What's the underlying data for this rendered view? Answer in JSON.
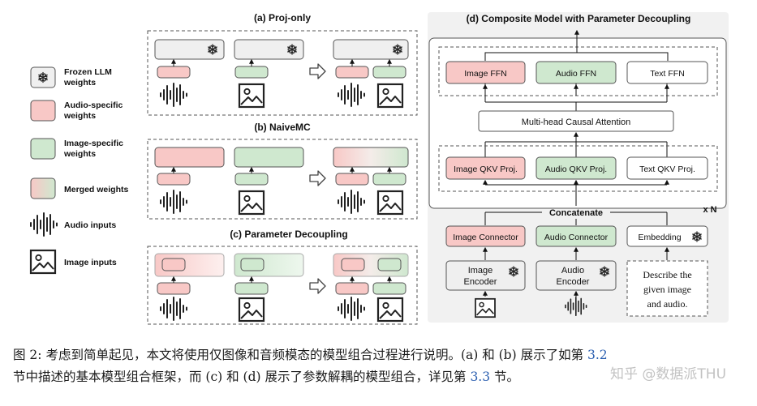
{
  "legend": {
    "frozen": "Frozen LLM weights",
    "frozen_l1": "Frozen LLM",
    "frozen_l2": "weights",
    "audio_l1": "Audio-specific",
    "audio_l2": "weights",
    "image_l1": "Image-specific",
    "image_l2": "weights",
    "merged": "Merged weights",
    "audio_inputs": "Audio inputs",
    "image_inputs": "Image inputs"
  },
  "panel_a": {
    "title": "(a) Proj-only"
  },
  "panel_b": {
    "title": "(b) NaiveMC"
  },
  "panel_c": {
    "title": "(c) Parameter Decoupling"
  },
  "panel_d": {
    "title": "(d) Composite Model with Parameter Decoupling",
    "ffn": [
      "Image FFN",
      "Audio FFN",
      "Text FFN"
    ],
    "attention": "Multi-head Causal Attention",
    "qkv": [
      "Image QKV Proj.",
      "Audio QKV Proj.",
      "Text QKV Proj."
    ],
    "repeat": "x N",
    "concatenate": "Concatenate",
    "connectors": [
      "Image Connector",
      "Audio Connector",
      "Embedding"
    ],
    "image_encoder": [
      "Image",
      "Encoder"
    ],
    "audio_encoder": [
      "Audio",
      "Encoder"
    ],
    "prompt": [
      "Describe the",
      "given image",
      "and audio."
    ]
  },
  "caption": {
    "line1_a": "图 2: 考虑到简单起见，本文将使用仅图像和音频模态的模型组合过程进行说明。(a) 和 (b) 展示了如第 ",
    "ref1": "3.2",
    "line2_a": "节中描述的基本模型组合框架，而 (c) 和 (d) 展示了参数解耦的模型组合，详见第 ",
    "ref2": "3.3",
    "line2_b": " 节。"
  },
  "watermark": "知乎 @数据派THU",
  "colors": {
    "frozen_fill": "#efefef",
    "audio_fill": "#f8c8c6",
    "image_fill": "#cfe8cf",
    "frame_border": "#555555",
    "text": "#111111",
    "link": "#2b5fb0"
  },
  "icons": {
    "snowflake": "snowflake-icon",
    "waveform": "waveform-icon",
    "image": "image-icon",
    "arrow": "hollow-arrow-icon"
  }
}
